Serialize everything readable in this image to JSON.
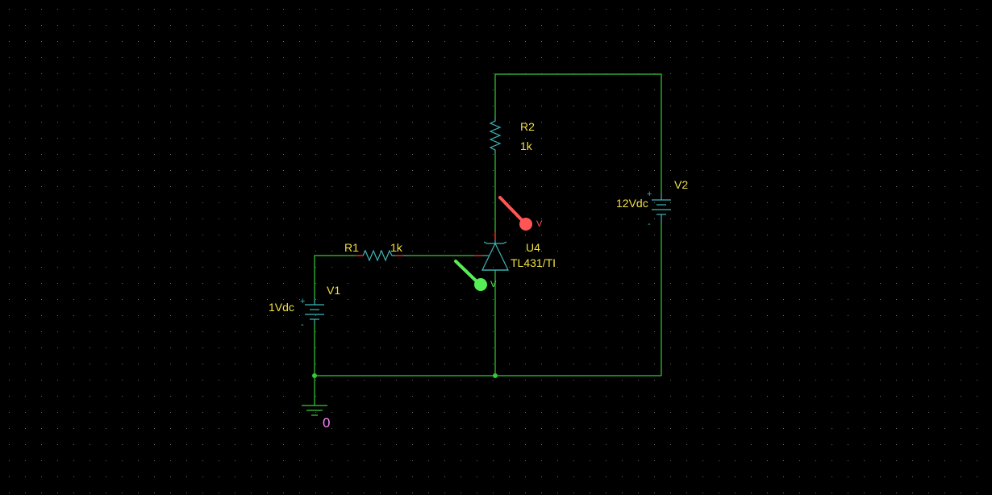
{
  "colors": {
    "background": "#000000",
    "grid": "#6b6b6b",
    "wire": "#35c935",
    "component": "#3fb7b7",
    "label": "#f0e040",
    "pin": "#b02020",
    "ground_label": "#ff88ff",
    "probe_voltage_red": "#ff5555",
    "probe_voltage_green": "#55ee55"
  },
  "components": {
    "r1": {
      "ref": "R1",
      "value": "1k"
    },
    "r2": {
      "ref": "R2",
      "value": "1k"
    },
    "v1": {
      "ref": "V1",
      "value": "1Vdc",
      "plus": "+",
      "minus": "-"
    },
    "v2": {
      "ref": "V2",
      "value": "12Vdc",
      "plus": "+",
      "minus": "-"
    },
    "u4": {
      "ref": "U4",
      "value": "TL431/TI"
    },
    "ground": {
      "label": "0"
    }
  },
  "probes": {
    "red": {
      "label": "V"
    },
    "green": {
      "label": "V"
    }
  }
}
